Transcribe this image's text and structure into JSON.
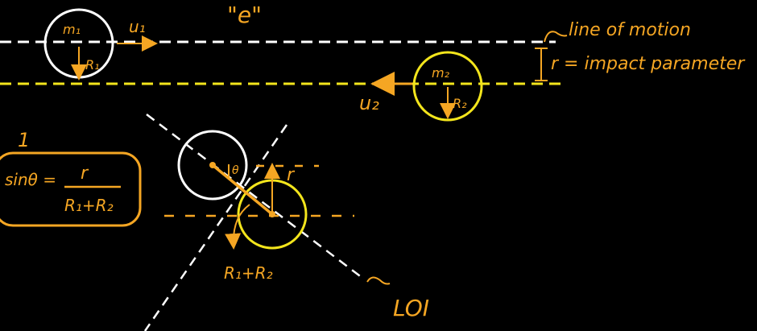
{
  "colors": {
    "background": "#000000",
    "white": "#ffffff",
    "yellow": "#f3e51c",
    "orange": "#f5a623"
  },
  "labels": {
    "e_title": "\"e\"",
    "m1": "m₁",
    "u1": "u₁",
    "r1": "R₁",
    "m2": "m₂",
    "u2": "u₂",
    "r2": "R₂",
    "line_of_motion": "line of motion",
    "impact_parameter": "r = impact parameter",
    "sin_theta": "sinθ =",
    "numerator": "r",
    "denominator": "R₁+R₂",
    "theta": "θ",
    "r_small": "r",
    "r1_plus_r2": "R₁+R₂",
    "loi": "LOI",
    "one": "1"
  }
}
